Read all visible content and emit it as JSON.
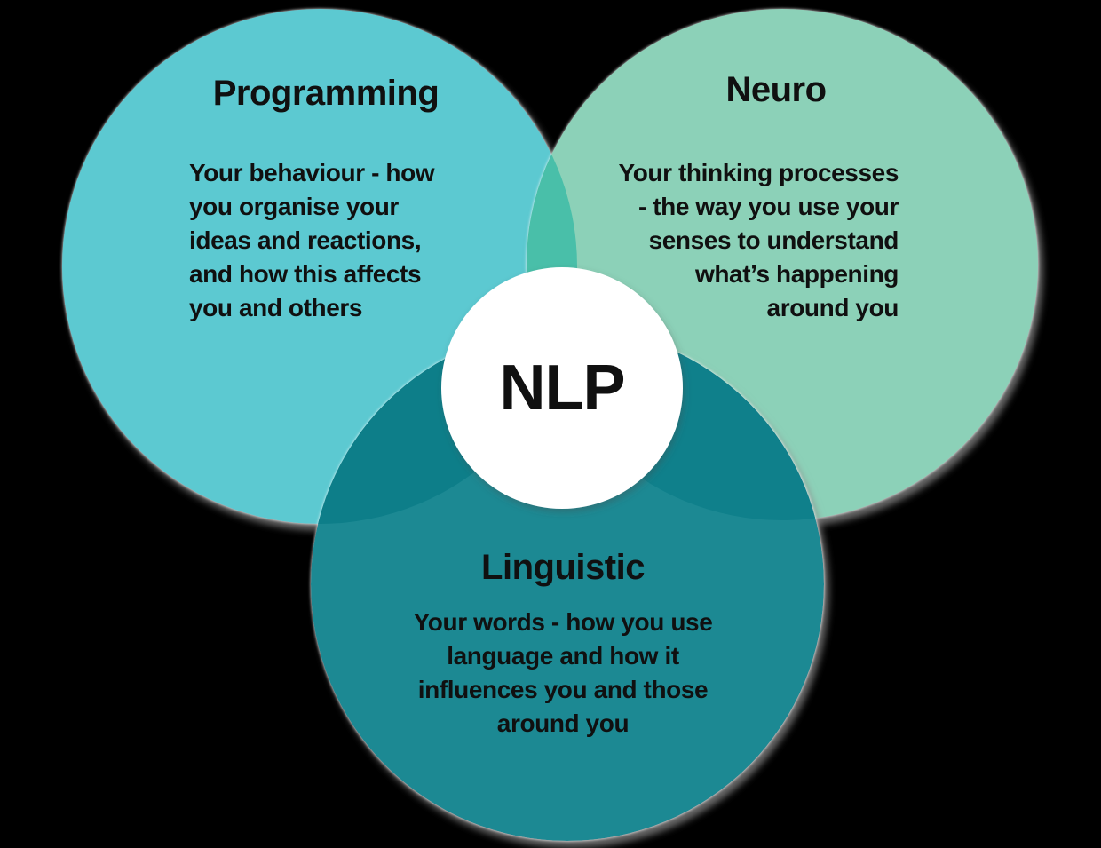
{
  "background_color": "#000000",
  "text_color": "#101010",
  "diagram": {
    "type": "venn",
    "center": {
      "label": "NLP",
      "circle_color": "#ffffff"
    },
    "circles": [
      {
        "name": "programming",
        "heading": "Programming",
        "description": "Your behaviour - how\nyou organise your\nideas and reactions,\nand how this affects\nyou and others",
        "color": "#5CC9D1",
        "text_align": "left"
      },
      {
        "name": "neuro",
        "heading": "Neuro",
        "description": "Your thinking processes\n- the way you use your\nsenses to understand\nwhat’s happening\naround you",
        "color": "#8CD1B8",
        "text_align": "right"
      },
      {
        "name": "linguistic",
        "heading": "Linguistic",
        "description": "Your words - how you use\nlanguage and how it\ninfluences you and those\naround you",
        "color": "#1F8993",
        "text_align": "center"
      }
    ],
    "overlaps": {
      "programming_neuro": "#49BFA9",
      "programming_linguistic": "#0D7E89",
      "neuro_linguistic": "#0F808B"
    }
  }
}
